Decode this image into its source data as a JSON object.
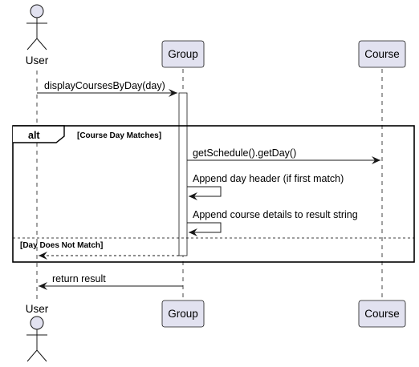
{
  "participants": {
    "user": "User",
    "group": "Group",
    "course": "Course"
  },
  "messages": {
    "m1": "displayCoursesByDay(day)",
    "m2": "getSchedule().getDay()",
    "m3": "Append day header (if first match)",
    "m4": "Append course details to result string",
    "m5": "return result"
  },
  "frame": {
    "type": "alt",
    "guard1": "[Course Day Matches]",
    "guard2": "[Day Does Not Match]"
  },
  "colors": {
    "participant_fill": "#e2e2f0",
    "participant_stroke": "#181818",
    "actor_fill": "#e2e2f0",
    "lifeline": "#181818",
    "activation_fill": "#ffffff",
    "frame_stroke": "#000000"
  }
}
